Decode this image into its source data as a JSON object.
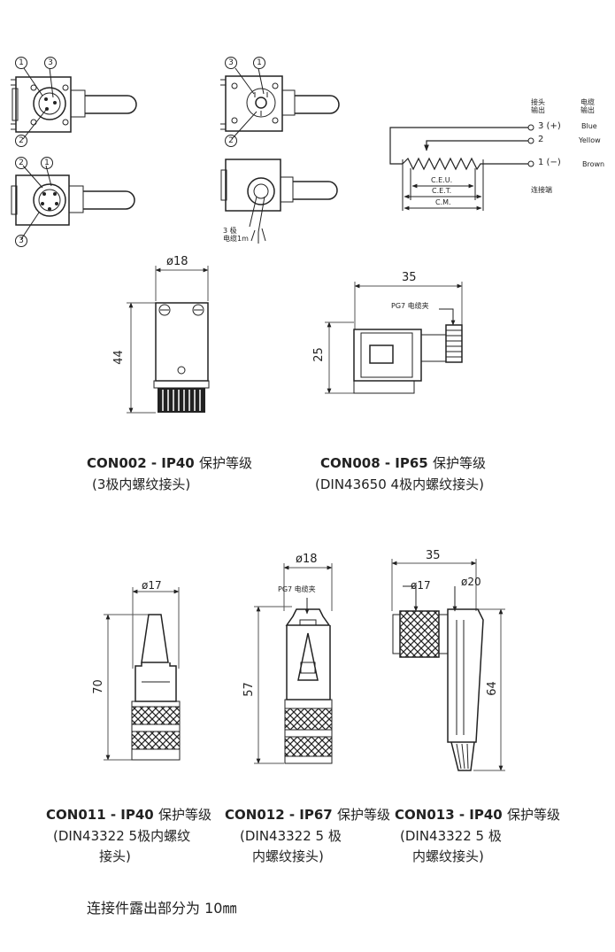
{
  "top_views": {
    "callouts_a": [
      "1",
      "3",
      "2"
    ],
    "callouts_b": [
      "3",
      "1",
      "2"
    ],
    "callouts_c": [
      "2",
      "1",
      "3"
    ],
    "cable_note": [
      "3 极",
      "电缆1m"
    ]
  },
  "wiring": {
    "col_connector": [
      "接头",
      "输出"
    ],
    "col_cable": [
      "电缆",
      "输出"
    ],
    "terminals": [
      "3 (+)",
      "2",
      "1 (−)"
    ],
    "colors": [
      "Blue",
      "Yellow",
      "Brown"
    ],
    "ceu": "C.E.U.",
    "cet": "C.E.T.",
    "cm": "C.M.",
    "terminal_label": "连接端"
  },
  "dims": {
    "con002_dia": "ø18",
    "con002_h": "44",
    "con008_w": "35",
    "con008_h": "25",
    "pg7": "PG7 电缆夹",
    "con011_dia": "ø17",
    "con011_h": "70",
    "con012_dia": "ø18",
    "con012_h": "57",
    "con013_w": "35",
    "con013_d1": "ø17",
    "con013_d2": "ø20",
    "con013_h": "64"
  },
  "captions": {
    "con002": {
      "code": "CON002 - IP40",
      "grade": "保护等级",
      "desc": "(3极内螺纹接头)"
    },
    "con008": {
      "code": "CON008 - IP65",
      "grade": "保护等级",
      "desc": "(DIN43650  4极内螺纹接头)"
    },
    "con011": {
      "code": "CON011 -  IP40",
      "grade": "保护等级",
      "desc1": "(DIN43322 5极内螺纹",
      "desc2": "接头)"
    },
    "con012": {
      "code": "CON012 - IP67",
      "grade": "保护等级",
      "desc1": "(DIN43322 5 极",
      "desc2": "内螺纹接头)"
    },
    "con013": {
      "code": "CON013 - IP40",
      "grade": "保护等级",
      "desc1": "(DIN43322 5 极",
      "desc2": "内螺纹接头)"
    }
  },
  "footer": "连接件露出部分为  10㎜",
  "colors": {
    "ink": "#222222",
    "dim": "#555555"
  }
}
